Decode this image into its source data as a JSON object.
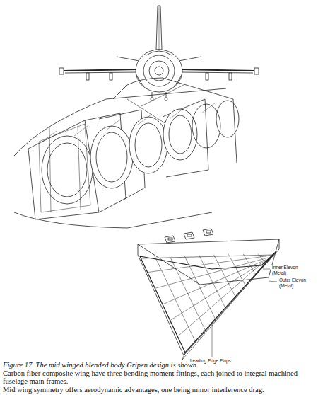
{
  "diagram": {
    "caption": "Figure 17. The mid winged blended body Gripen design is shown.",
    "labels": [
      "Inner Elevon (Metal)",
      "Outer Elevon (Metal)",
      "Leading Edge Flaps",
      "Carbon fiber composite wing have three bending moment fittings, each joined to integral machined fuselage main frames.",
      "Mid wing symmetry offers aerodynamic advantages, one being minor interference drag."
    ]
  }
}
